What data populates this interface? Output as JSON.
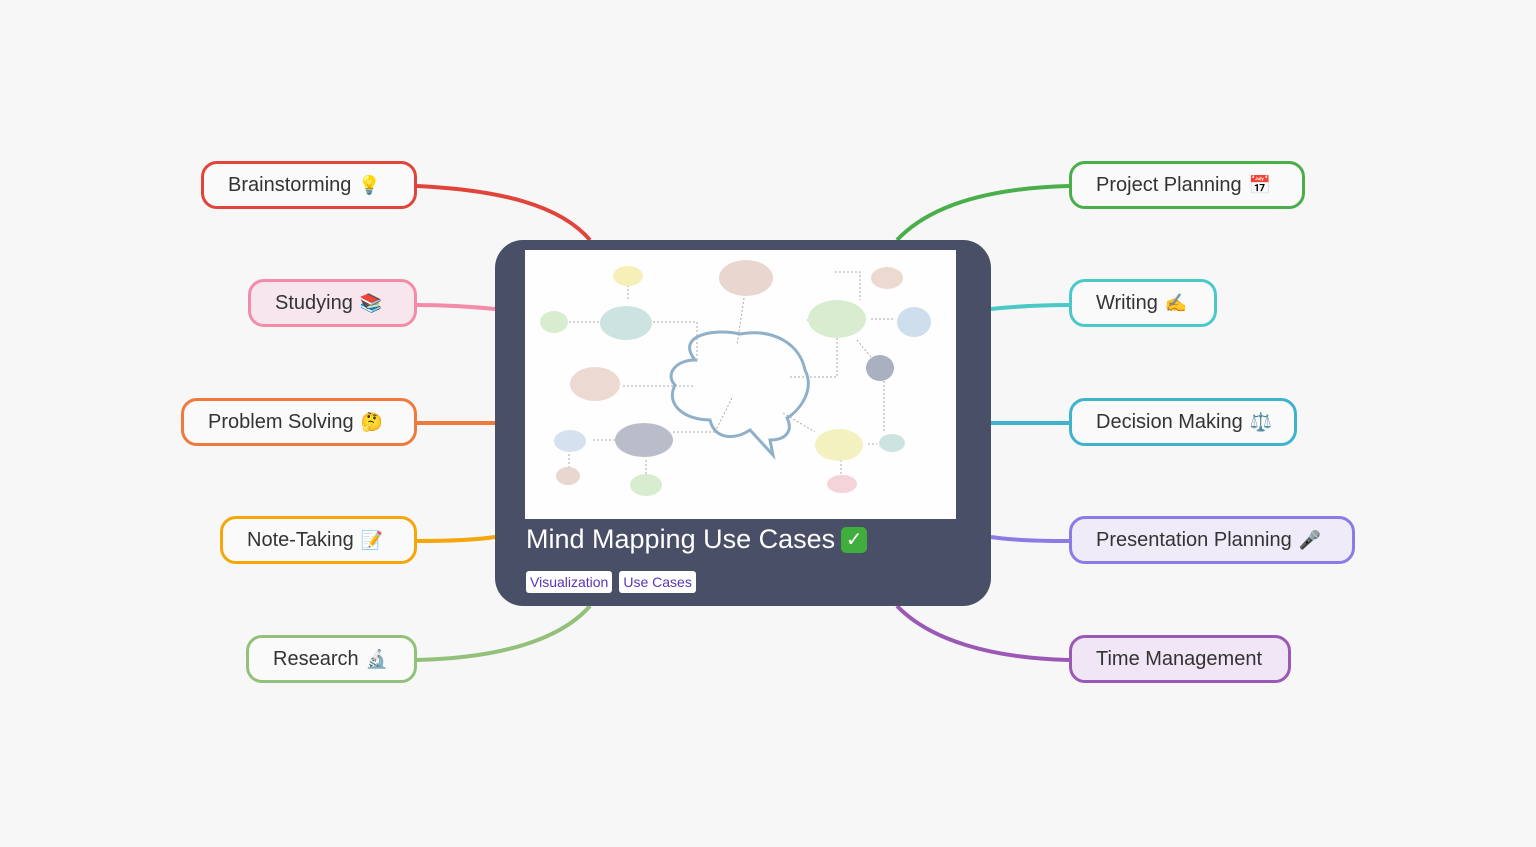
{
  "center": {
    "title": "Mind Mapping Use Cases",
    "title_icon": "check-mark-icon",
    "tags": [
      "Visualization",
      "Use Cases"
    ],
    "image": "brain-mind-map-illustration"
  },
  "colors": {
    "background": "#f7f7f7",
    "center_card": "#4a4f68",
    "tag_text": "#5a35b8"
  },
  "branches": {
    "left": [
      {
        "label": "Brainstorming",
        "emoji": "💡",
        "icon": "light-bulb-icon",
        "color": "#e0443a",
        "fill": "#fafafa"
      },
      {
        "label": "Studying",
        "emoji": "📚",
        "icon": "books-icon",
        "color": "#f28ca8",
        "fill": "#f8e6ef"
      },
      {
        "label": "Problem Solving",
        "emoji": "🤔",
        "icon": "thinking-face-icon",
        "color": "#ef7a3c",
        "fill": "#fafafa"
      },
      {
        "label": "Note-Taking",
        "emoji": "📝",
        "icon": "memo-icon",
        "color": "#f4a60a",
        "fill": "#fafafa"
      },
      {
        "label": "Research",
        "emoji": "🔬",
        "icon": "microscope-icon",
        "color": "#93c07a",
        "fill": "#fafafa"
      }
    ],
    "right": [
      {
        "label": "Project Planning",
        "emoji": "📅",
        "icon": "calendar-icon",
        "color": "#4aae4a",
        "fill": "#fafafa"
      },
      {
        "label": "Writing",
        "emoji": "✍️",
        "icon": "writing-hand-icon",
        "color": "#4cc8c8",
        "fill": "#fafafa"
      },
      {
        "label": "Decision Making",
        "emoji": "⚖️",
        "icon": "balance-scale-icon",
        "color": "#3fb3cc",
        "fill": "#fafafa"
      },
      {
        "label": "Presentation Planning",
        "emoji": "🎤",
        "icon": "microphone-icon",
        "color": "#8c7ae6",
        "fill": "#f0ebf8"
      },
      {
        "label": "Time Management",
        "emoji": "",
        "icon": "",
        "color": "#9b59b6",
        "fill": "#f0e6f5"
      }
    ]
  }
}
